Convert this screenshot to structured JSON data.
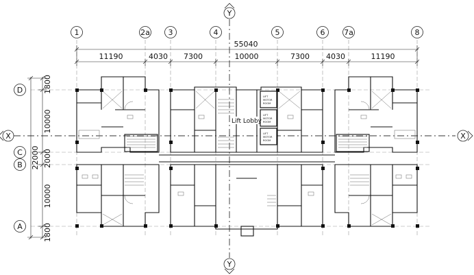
{
  "grid_columns": [
    "1",
    "2a",
    "3",
    "4",
    "5",
    "6",
    "7a",
    "8"
  ],
  "grid_rows": [
    "D",
    "C",
    "B",
    "A"
  ],
  "axis_y": "Y",
  "axis_x": "X",
  "overall_width": "55040",
  "column_spacings": [
    "11190",
    "4030",
    "7300",
    "10000",
    "7300",
    "4030",
    "11190"
  ],
  "row_dims": {
    "d_top": "1800",
    "d_to_c": "10000",
    "c_to_b": "2000",
    "b_to_a": "10000",
    "a_bottom": "1800",
    "overall": "22000"
  },
  "labels": {
    "lift_lobby": "Lift Lobby",
    "lift_motor_room": [
      "LIFT",
      "MOTOR",
      "ROOM"
    ]
  }
}
